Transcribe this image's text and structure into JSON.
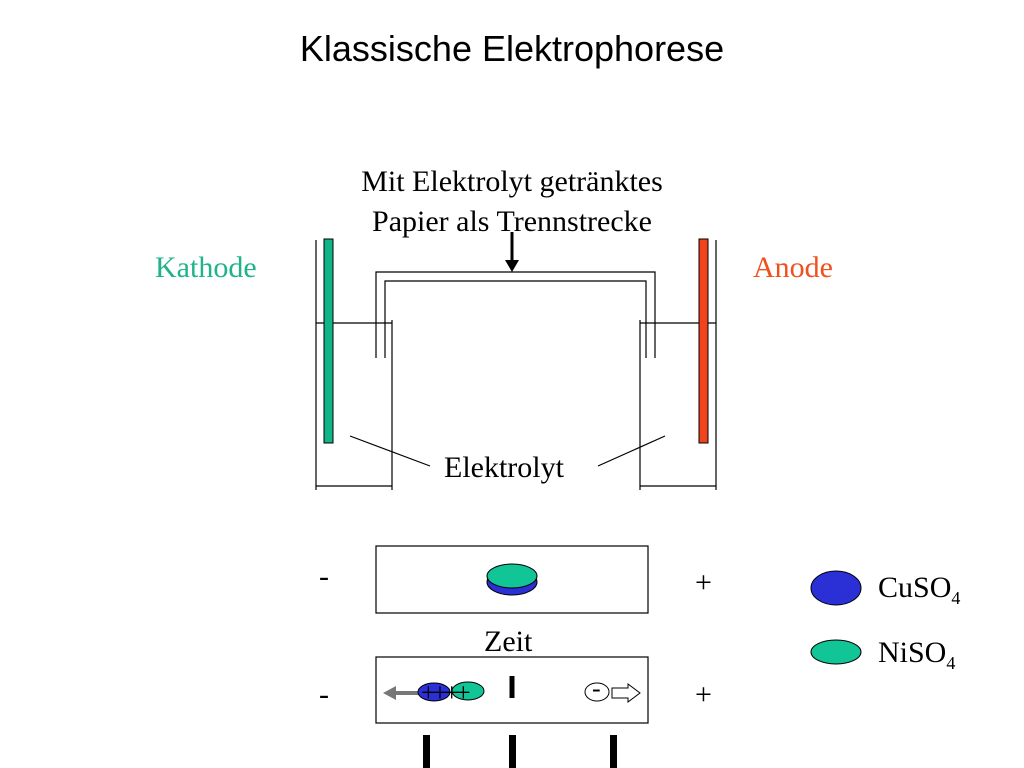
{
  "title": "Klassische Elektrophorese",
  "paper_label_line1": "Mit Elektrolyt getränktes",
  "paper_label_line2": "Papier als Trennstrecke",
  "cathode_label": "Kathode",
  "anode_label": "Anode",
  "electrolyte_label": "Elektrolyt",
  "strip1_minus": "-",
  "strip1_plus": "+",
  "time_label": "Zeit",
  "strip2_minus": "-",
  "strip2_plus": "+",
  "strip2_cation_charges": "++++",
  "strip2_anion_charge": "-",
  "legend": [
    {
      "formula": "CuSO",
      "subscript": "4",
      "color": "#2b2fd6"
    },
    {
      "formula": "NiSO",
      "subscript": "4",
      "color": "#12c596"
    }
  ],
  "colors": {
    "cathode": "#12b585",
    "anode": "#f2441c",
    "cathode_text": "#1fb38a",
    "anode_text": "#f0501e"
  }
}
